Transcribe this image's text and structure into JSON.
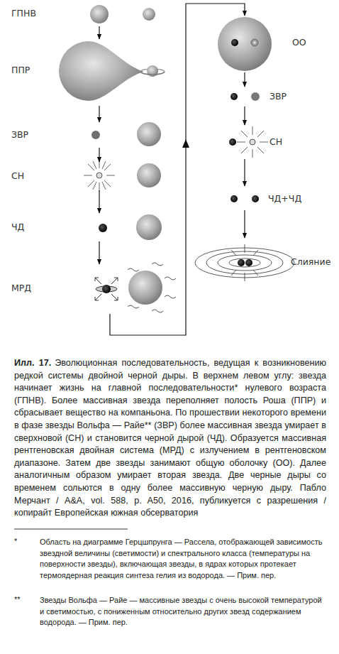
{
  "diagram": {
    "title": "Илл. 17.",
    "caption": "Эволюционная последовательность, ведущая к возникновению редкой системы двойной черной дыры. В верхнем левом углу: звезда начинает жизнь на главной последовательности* нулевого возраста (ГПНВ). Более массивная звезда переполняет полость Роша (ППР) и сбрасывает вещество на компаньона. По прошествии некоторого времени в фазе звезды Вольфа — Райе** (ЗВР) более массивная звезда умирает в сверхновой (СН) и становится черной дырой (ЧД). Образуется массивная рентгеновская двойная система (МРД) с излучением в рентгеновском диапазоне. Затем две звезды занимают общую оболочку (ОО). Далее аналогичным образом умирает вторая звезда. Две черные дыры со временем сольются в одну более массивную черную дыру. Пабло Мерчант / A&A, vol. 588, p. A50, 2016, публикуется с разрешения / копирайт Европейская южная обсерватория",
    "nodes": [
      {
        "text": [
          "ГПНВ"
        ]
      },
      {
        "text": [
          "ППР"
        ]
      },
      {
        "text": [
          "ЗВР"
        ]
      },
      {
        "text": [
          "СН"
        ]
      },
      {
        "text": [
          "ЧД"
        ]
      },
      {
        "text": [
          "МРД"
        ]
      },
      {
        "text": [
          "ОО"
        ]
      },
      {
        "text": [
          "ЗВР"
        ]
      },
      {
        "text": [
          "СН"
        ]
      },
      {
        "text": [
          "ЧД+ЧД"
        ]
      },
      {
        "text": [
          "Слияние"
        ]
      }
    ],
    "edges": [
      {
        "from": 0,
        "to": 1,
        "arrow": "to"
      },
      {
        "from": 1,
        "to": 2,
        "arrow": "to"
      },
      {
        "from": 2,
        "to": 3,
        "arrow": "to"
      },
      {
        "from": 3,
        "to": 4,
        "arrow": "to"
      },
      {
        "from": 4,
        "to": 5,
        "arrow": "to"
      },
      {
        "from": 5,
        "to": 6,
        "arrow": "to"
      },
      {
        "from": 6,
        "to": 7,
        "arrow": "to"
      },
      {
        "from": 7,
        "to": 8,
        "arrow": "to"
      },
      {
        "from": 8,
        "to": 9,
        "arrow": "to"
      },
      {
        "from": 9,
        "to": 10,
        "arrow": "to"
      }
    ],
    "labels": [
      "*",
      "Область на диаграмме Герцшпрунга — Рассела, отображающей зависимость звездной величины (светимости) и спектрального класса (температуры на поверхности звезды), включающая звезды, в ядрах которых протекает термоядерная реакция синтеза гелия из водорода. — Прим. пер.",
      "**",
      "Звезды Вольфа — Райе — массивные звезды с очень высокой температурой и светимостью, с пониженным относительно других звезд содержанием водорода. — Прим. пер."
    ]
  }
}
